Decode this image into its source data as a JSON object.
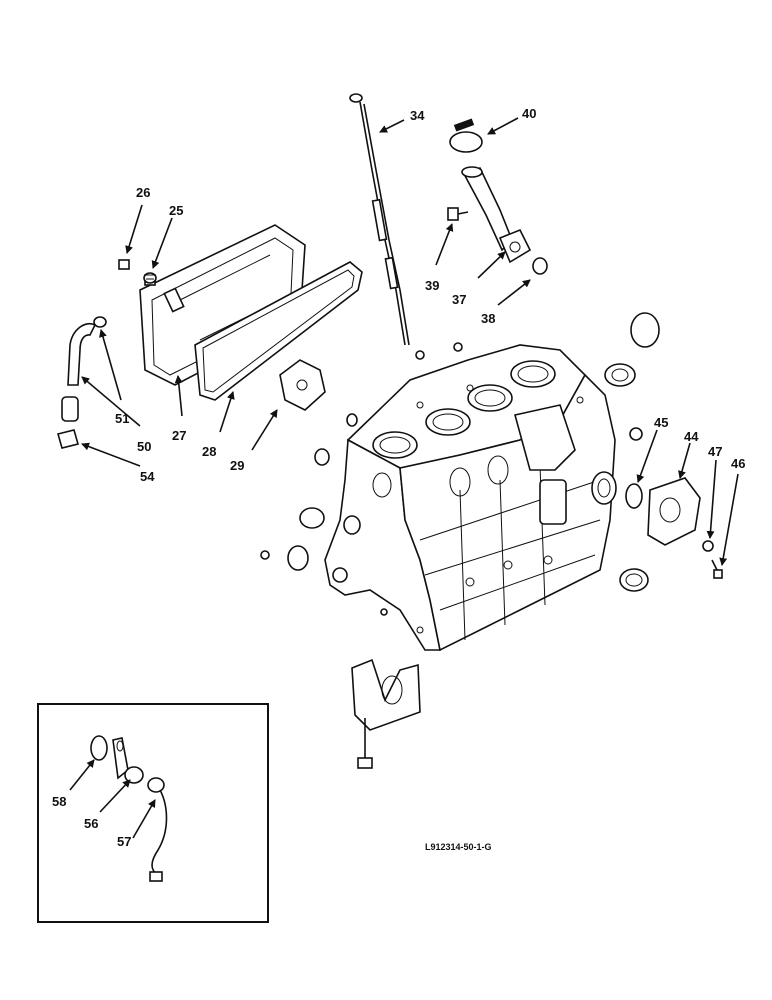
{
  "diagram": {
    "callouts": {
      "n25": "25",
      "n26": "26",
      "n27": "27",
      "n28": "28",
      "n29": "29",
      "n34": "34",
      "n37": "37",
      "n38": "38",
      "n39": "39",
      "n40": "40",
      "n44": "44",
      "n45": "45",
      "n46": "46",
      "n47": "47",
      "n50": "50",
      "n51": "51",
      "n54": "54",
      "n56": "56",
      "n57": "57",
      "n58": "58"
    },
    "figure_code": "L912314-50-1-G"
  }
}
